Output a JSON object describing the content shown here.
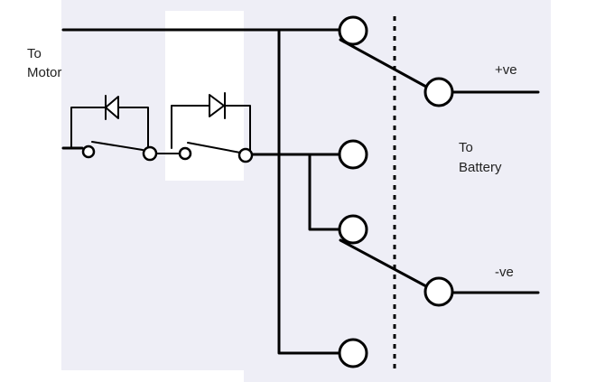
{
  "labels": {
    "to_motor_line1": "To",
    "to_motor_line2": "Motor",
    "to_battery_line1": "To",
    "to_battery_line2": "Battery",
    "positive": "+ve",
    "negative": "-ve"
  },
  "colors": {
    "background_panel": "#eeeef6",
    "wire": "#000000",
    "text": "#222222"
  }
}
